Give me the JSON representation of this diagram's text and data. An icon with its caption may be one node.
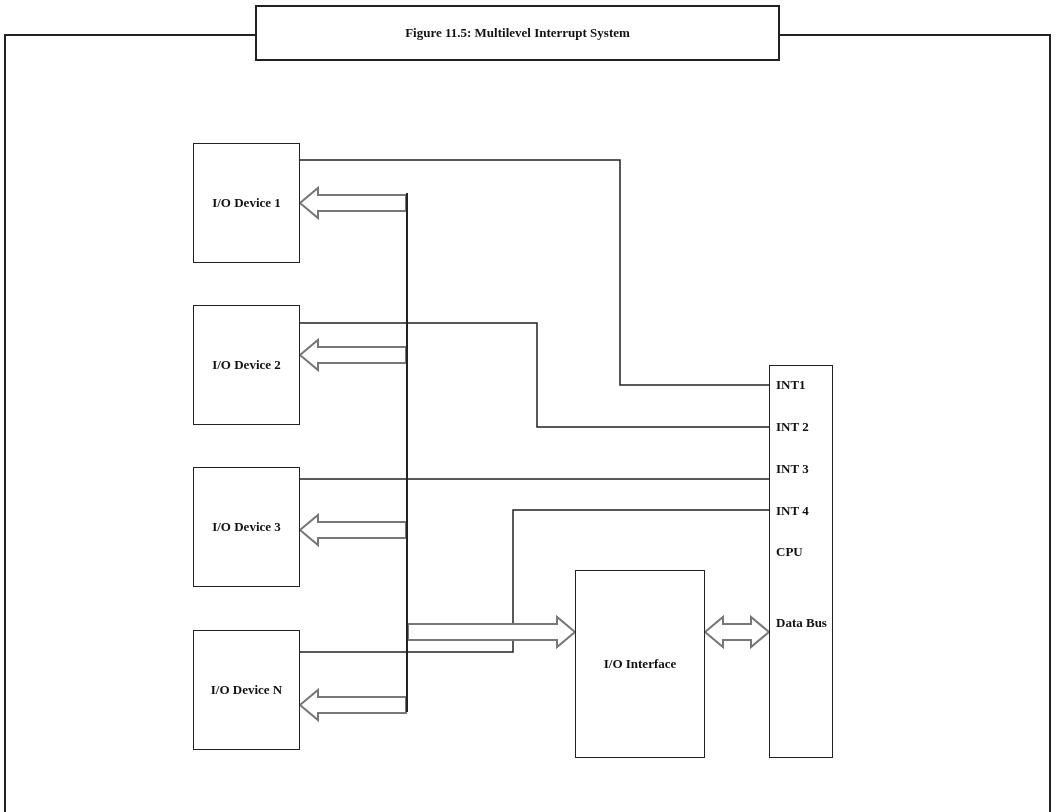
{
  "diagram": {
    "title": "Figure 11.5: Multilevel Interrupt System",
    "nodes": [
      {
        "text": [
          "I/O Device 1"
        ]
      },
      {
        "text": [
          "I/O Device 2"
        ]
      },
      {
        "text": [
          "I/O Device 3"
        ]
      },
      {
        "text": [
          "I/O Device N"
        ]
      },
      {
        "text": [
          "INT1",
          "INT 2",
          "INT 3",
          "INT 4",
          "CPU",
          "Data Bus"
        ]
      },
      {
        "text": [
          "I/O Interface"
        ]
      },
      {
        "text": [],
        "shape": "bar"
      }
    ],
    "edges": [
      {
        "from": 0,
        "to": 4,
        "arrow": "none"
      },
      {
        "from": 1,
        "to": 4,
        "arrow": "none"
      },
      {
        "from": 2,
        "to": 4,
        "arrow": "none"
      },
      {
        "from": 3,
        "to": 4,
        "arrow": "none"
      },
      {
        "from": 6,
        "to": 0,
        "arrow": "to",
        "style": "thick",
        "color": "#777777"
      },
      {
        "from": 6,
        "to": 1,
        "arrow": "to",
        "style": "thick",
        "color": "#777777"
      },
      {
        "from": 6,
        "to": 2,
        "arrow": "to",
        "style": "thick",
        "color": "#777777"
      },
      {
        "from": 6,
        "to": 3,
        "arrow": "to",
        "style": "thick",
        "color": "#777777"
      },
      {
        "from": 6,
        "to": 5,
        "arrow": "to",
        "style": "thick",
        "color": "#777777"
      },
      {
        "from": 5,
        "to": 4,
        "arrow": "both",
        "style": "thick",
        "color": "#777777"
      }
    ]
  }
}
